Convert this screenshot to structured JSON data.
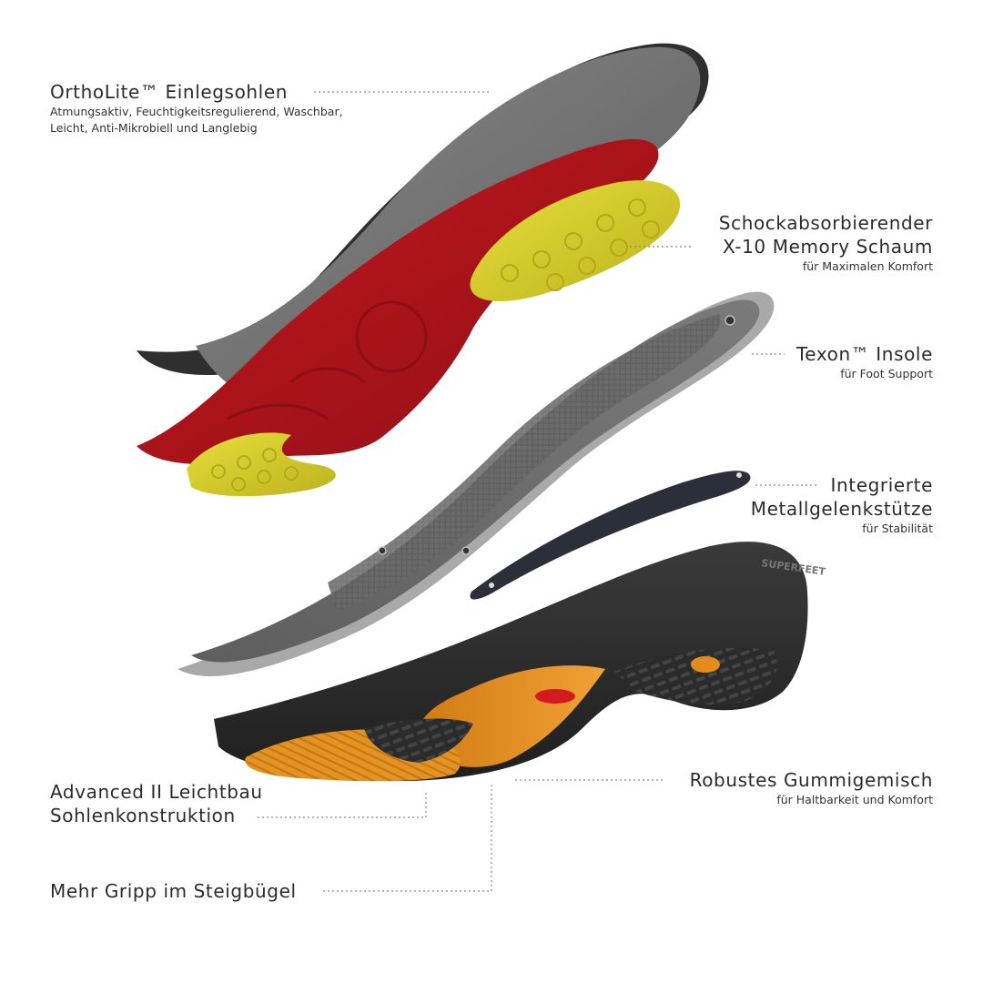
{
  "brand_text": "SUPERFEET",
  "labels": {
    "ortholite": {
      "title": "OrthoLite™ Einlegsohlen",
      "sub1": "Atmungsaktiv, Feuchtigkeitsregulierend, Waschbar,",
      "sub2": "Leicht, Anti-Mikrobiell und Langlebig"
    },
    "schaum": {
      "title1": "Schockabsorbierender",
      "title2": "X-10 Memory Schaum",
      "sub": "für Maximalen Komfort"
    },
    "texon": {
      "title": "Texon™ Insole",
      "sub": "für Foot Support"
    },
    "metall": {
      "title1": "Integrierte",
      "title2": "Metallgelenkstütze",
      "sub": "für Stabilität"
    },
    "gummi": {
      "title": "Robustes Gummigemisch",
      "sub": "für Haltbarkeit und Komfort"
    },
    "advanced": {
      "title1": "Advanced II Leichtbau",
      "title2": "Sohlenkonstruktion"
    },
    "gripp": {
      "title": "Mehr Gripp im Steigbügel"
    }
  },
  "colors": {
    "foam_red": "#b3141c",
    "gel_yellow": "#d8d12a",
    "sole_orange": "#e08a1c",
    "sole_black": "#2d2d2d",
    "texon_gray": "#6e6e6e"
  }
}
